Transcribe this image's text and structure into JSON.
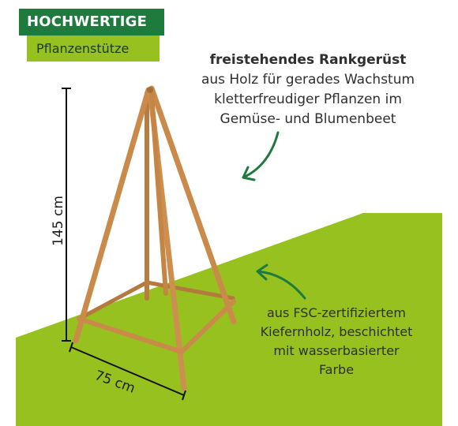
{
  "badge": {
    "title": "HOCHWERTIGE",
    "subtitle": "Pflanzenstütze"
  },
  "description_top": {
    "heading": "freistehendes Rankgerüst",
    "line1": "aus Holz für gerades Wachstum",
    "line2": "kletterfreudiger Pflanzen im",
    "line3": "Gemüse- und Blumenbeet"
  },
  "description_bottom": {
    "line1": "aus FSC-zertifiziertem",
    "line2": "Kiefernholz, beschichtet",
    "line3": "mit wasserbasierter",
    "line4": "Farbe"
  },
  "dimensions": {
    "height": "145 cm",
    "width": "75 cm"
  },
  "colors": {
    "dark_green": "#1f7a3d",
    "light_green": "#96c11f",
    "wood": "#c98a4a"
  }
}
